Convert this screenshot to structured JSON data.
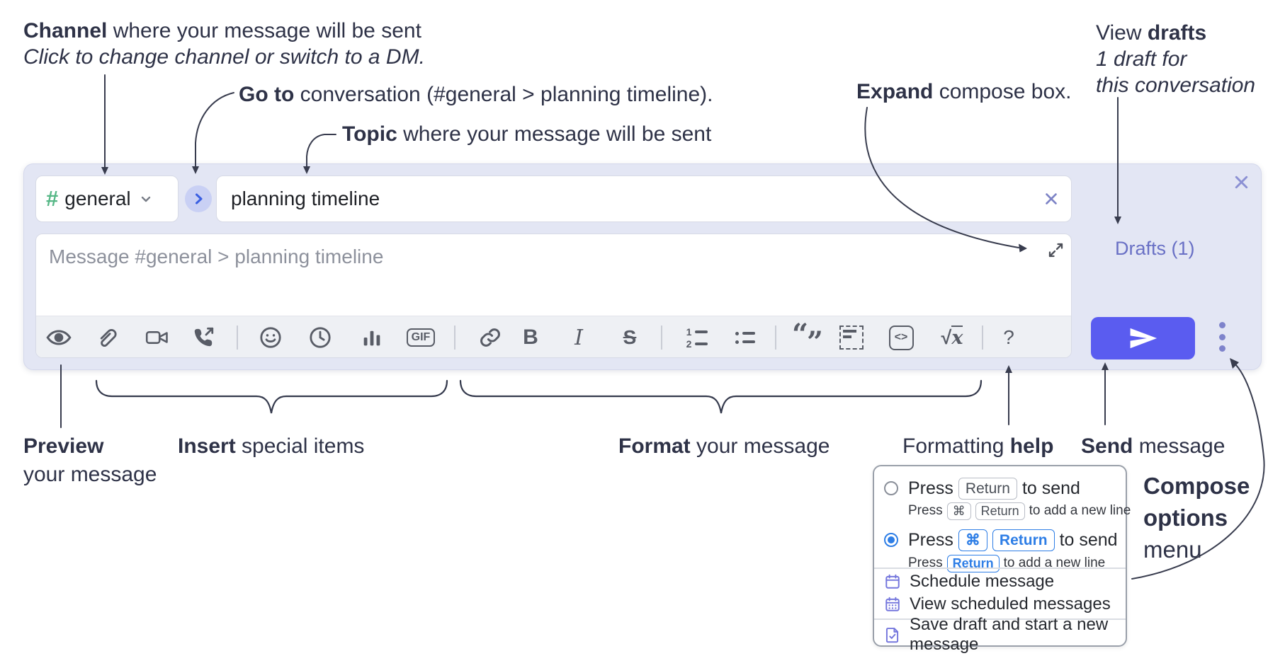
{
  "annotations": {
    "channel": {
      "bold": "Channel",
      "rest": " where your message will be sent",
      "sub_italic": "Click to change channel or switch to a DM."
    },
    "goto": {
      "bold": "Go to",
      "rest": " conversation (#general > planning timeline)."
    },
    "topic": {
      "bold": "Topic",
      "rest": " where your message will be sent"
    },
    "expand": {
      "bold": "Expand",
      "rest": " compose box."
    },
    "view_drafts": {
      "pre": "View ",
      "bold": "drafts",
      "line2": "1 draft for",
      "line3": "this conversation"
    },
    "preview": {
      "bold": "Preview",
      "line2": "your message"
    },
    "insert": {
      "bold": "Insert",
      "rest": " special items"
    },
    "format": {
      "bold": "Format",
      "rest": " your message"
    },
    "formatting_help": {
      "pre": "Formatting ",
      "bold": "help"
    },
    "send": {
      "bold": "Send",
      "rest": " message"
    },
    "compose_options": {
      "line1": "Compose",
      "line2": "options",
      "line3": "menu"
    }
  },
  "composer": {
    "channel_selector": {
      "hash": "#",
      "name": "general"
    },
    "topic_input": {
      "value": "planning timeline"
    },
    "message_input": {
      "placeholder": "Message #general > planning timeline"
    },
    "drafts_link": "Drafts (1)",
    "toolbar": {
      "bold_glyph": "B",
      "italic_glyph": "I",
      "strike_glyph": "S",
      "gif_label": "GIF",
      "ol_1": "1",
      "ol_2": "2",
      "quote_open": "“",
      "quote_close": "”",
      "code_glyph": "<>",
      "sqrt_glyph": "√",
      "math_x": "x",
      "help_glyph": "?",
      "icon_names": [
        "preview-eye",
        "attach-paperclip",
        "video-camera",
        "phone-call",
        "emoji-smiley",
        "clock",
        "bar-chart",
        "gif",
        "link",
        "bold",
        "italic",
        "strikethrough",
        "ordered-list",
        "bullet-list",
        "quote",
        "code-block",
        "code",
        "math-formula",
        "help"
      ]
    }
  },
  "menu": {
    "option1": {
      "press": "Press",
      "key": "Return",
      "suffix": "to send",
      "sub_press": "Press",
      "sub_key1": "⌘",
      "sub_key2": "Return",
      "sub_suffix": "to add a new line"
    },
    "option2": {
      "press": "Press",
      "key1": "⌘",
      "key2": "Return",
      "suffix": "to send",
      "sub_press": "Press",
      "sub_key": "Return",
      "sub_suffix": "to add a new line"
    },
    "items": [
      {
        "label": "Schedule message"
      },
      {
        "label": "View scheduled messages"
      },
      {
        "label": "Save draft and start a new message"
      }
    ]
  },
  "colors": {
    "panel_bg": "#e3e6f4",
    "send_button": "#5a5cf0",
    "drafts_link": "#6970c5",
    "hash_green": "#56b786",
    "goto_circle": "#c9d0f4",
    "goto_chevron": "#3a5fe2",
    "key_blue": "#2e7ee6",
    "menu_icon_purple": "#7577dd",
    "annotation_text": "#2e3247",
    "toolbar_icon": "#585c66"
  }
}
